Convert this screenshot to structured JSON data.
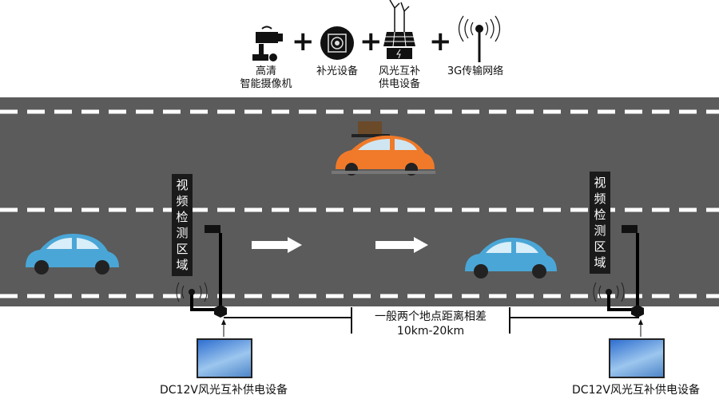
{
  "top_items": [
    {
      "icon": "hd-camera-icon",
      "label_line1": "高清",
      "label_line2": "智能摄像机"
    },
    {
      "icon": "fill-light-icon",
      "label_line1": "补光设备"
    },
    {
      "icon": "wind-solar-icon",
      "label_line1": "风光互补",
      "label_line2": "供电设备"
    },
    {
      "icon": "antenna-icon",
      "label_line1": "3G传输网络"
    }
  ],
  "plus": "+",
  "zones": {
    "left": "视频检测区域",
    "right": "视频检测区域"
  },
  "distance": {
    "line1": "一般两个地点距离相差",
    "line2": "10km-20km"
  },
  "power": {
    "left": "DC12V风光互补供电设备",
    "right": "DC12V风光互补供电设备"
  },
  "colors": {
    "road": "#5b5b5b",
    "orange_car": "#f07a2a",
    "blue_car": "#4aa6d6"
  }
}
